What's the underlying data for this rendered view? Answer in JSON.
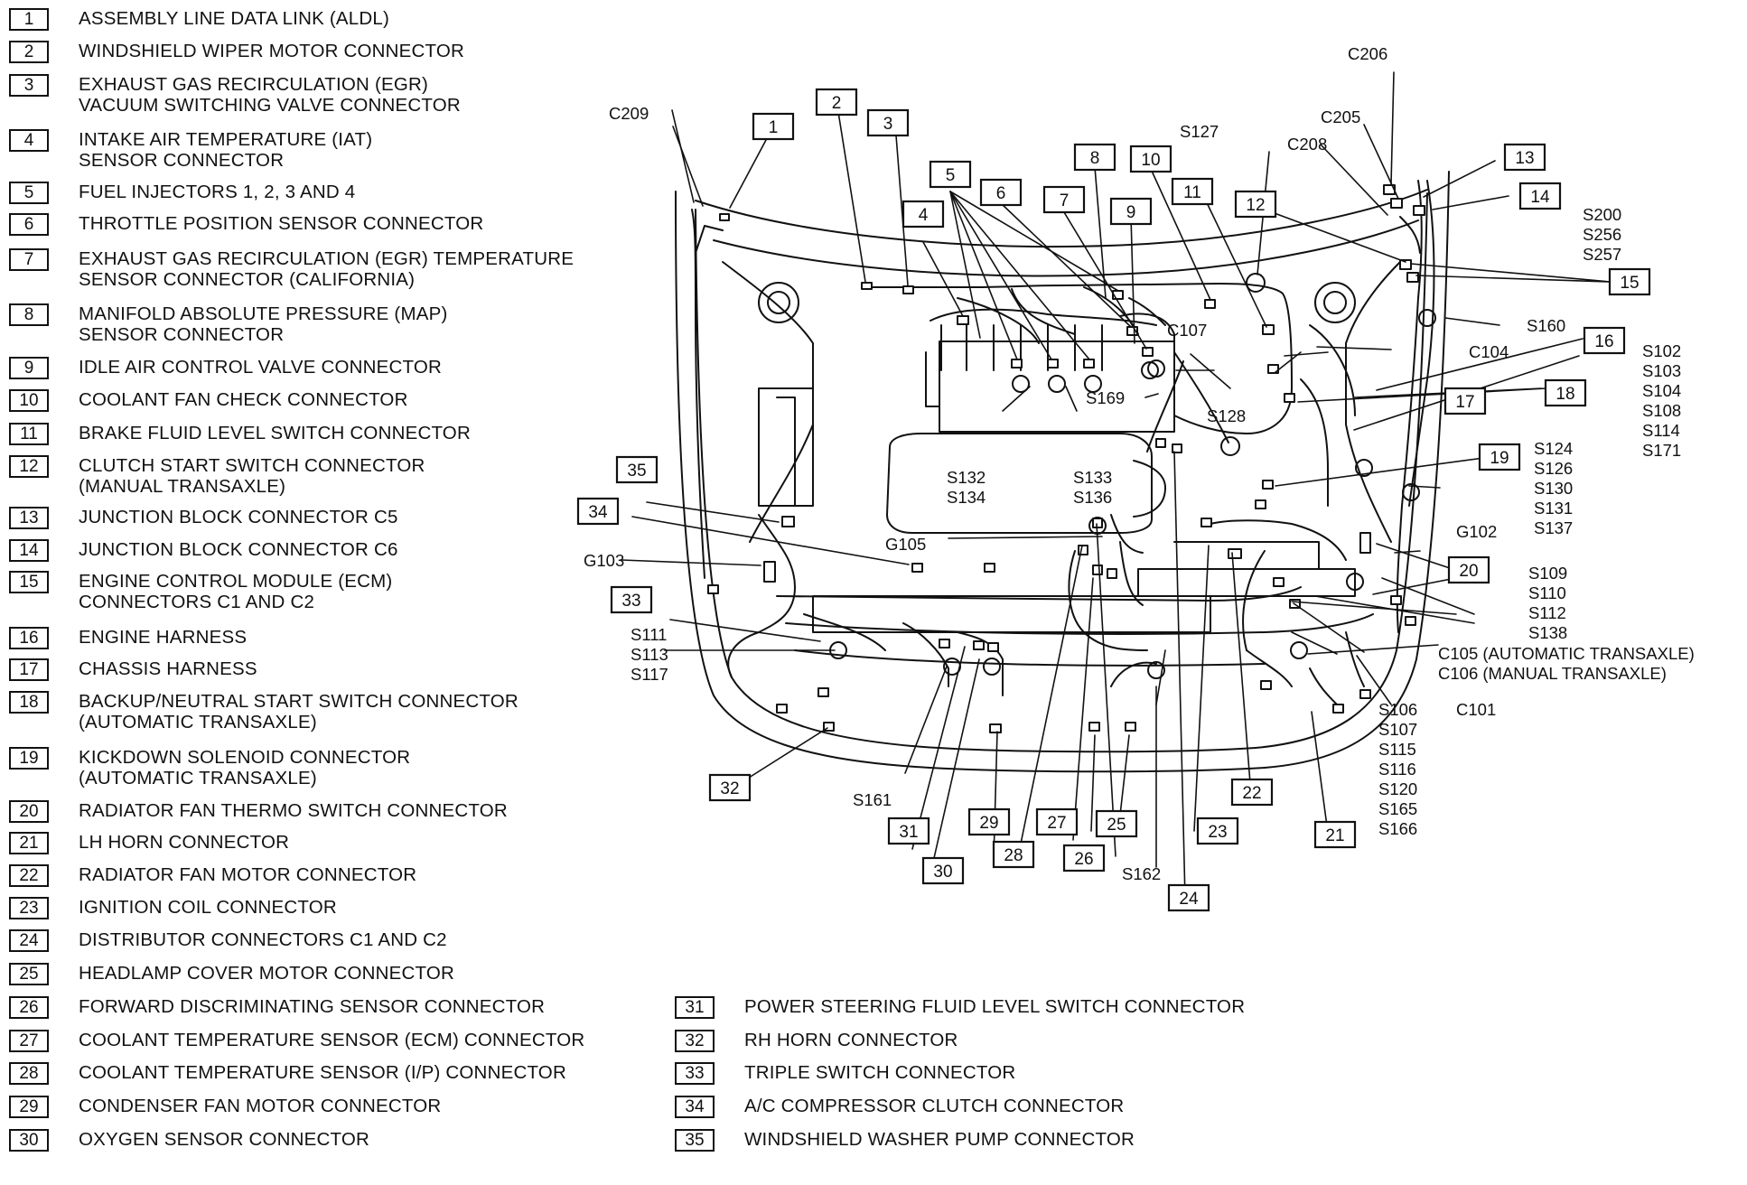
{
  "legend_left": [
    {
      "num": "1",
      "lines": [
        "ASSEMBLY LINE DATA LINK (ALDL)"
      ]
    },
    {
      "num": "2",
      "lines": [
        "WINDSHIELD WIPER MOTOR CONNECTOR"
      ]
    },
    {
      "num": "3",
      "lines": [
        "EXHAUST GAS RECIRCULATION (EGR)",
        "VACUUM SWITCHING VALVE CONNECTOR"
      ]
    },
    {
      "num": "4",
      "lines": [
        "INTAKE AIR TEMPERATURE (IAT)",
        "SENSOR CONNECTOR"
      ]
    },
    {
      "num": "5",
      "lines": [
        "FUEL INJECTORS 1, 2, 3 AND 4"
      ]
    },
    {
      "num": "6",
      "lines": [
        "THROTTLE POSITION SENSOR CONNECTOR"
      ]
    },
    {
      "num": "7",
      "lines": [
        "EXHAUST GAS RECIRCULATION (EGR) TEMPERATURE",
        "SENSOR CONNECTOR (CALIFORNIA)"
      ]
    },
    {
      "num": "8",
      "lines": [
        "MANIFOLD ABSOLUTE PRESSURE (MAP)",
        "SENSOR CONNECTOR"
      ]
    },
    {
      "num": "9",
      "lines": [
        "IDLE AIR CONTROL VALVE CONNECTOR"
      ]
    },
    {
      "num": "10",
      "lines": [
        "COOLANT FAN CHECK CONNECTOR"
      ]
    },
    {
      "num": "11",
      "lines": [
        "BRAKE FLUID LEVEL SWITCH CONNECTOR"
      ]
    },
    {
      "num": "12",
      "lines": [
        "CLUTCH START SWITCH CONNECTOR",
        "(MANUAL TRANSAXLE)"
      ]
    },
    {
      "num": "13",
      "lines": [
        "JUNCTION BLOCK CONNECTOR C5"
      ]
    },
    {
      "num": "14",
      "lines": [
        "JUNCTION BLOCK CONNECTOR C6"
      ]
    },
    {
      "num": "15",
      "lines": [
        "ENGINE CONTROL MODULE (ECM)",
        "CONNECTORS C1 AND C2"
      ]
    },
    {
      "num": "16",
      "lines": [
        "ENGINE HARNESS"
      ]
    },
    {
      "num": "17",
      "lines": [
        "CHASSIS HARNESS"
      ]
    },
    {
      "num": "18",
      "lines": [
        "BACKUP/NEUTRAL START SWITCH CONNECTOR",
        "(AUTOMATIC TRANSAXLE)"
      ]
    },
    {
      "num": "19",
      "lines": [
        "KICKDOWN SOLENOID CONNECTOR",
        "(AUTOMATIC TRANSAXLE)"
      ]
    },
    {
      "num": "20",
      "lines": [
        "RADIATOR FAN THERMO SWITCH CONNECTOR"
      ]
    },
    {
      "num": "21",
      "lines": [
        "LH HORN CONNECTOR"
      ]
    },
    {
      "num": "22",
      "lines": [
        "RADIATOR FAN MOTOR CONNECTOR"
      ]
    },
    {
      "num": "23",
      "lines": [
        "IGNITION COIL CONNECTOR"
      ]
    },
    {
      "num": "24",
      "lines": [
        "DISTRIBUTOR CONNECTORS C1 AND C2"
      ]
    },
    {
      "num": "25",
      "lines": [
        "HEADLAMP COVER MOTOR CONNECTOR"
      ]
    },
    {
      "num": "26",
      "lines": [
        "FORWARD DISCRIMINATING SENSOR CONNECTOR"
      ]
    },
    {
      "num": "27",
      "lines": [
        "COOLANT TEMPERATURE SENSOR (ECM) CONNECTOR"
      ]
    },
    {
      "num": "28",
      "lines": [
        "COOLANT TEMPERATURE SENSOR (I/P) CONNECTOR"
      ]
    },
    {
      "num": "29",
      "lines": [
        "CONDENSER FAN MOTOR CONNECTOR"
      ]
    },
    {
      "num": "30",
      "lines": [
        "OXYGEN SENSOR CONNECTOR"
      ]
    }
  ],
  "legend_bottom": [
    {
      "num": "31",
      "lines": [
        "POWER STEERING FLUID LEVEL SWITCH CONNECTOR"
      ]
    },
    {
      "num": "32",
      "lines": [
        "RH HORN CONNECTOR"
      ]
    },
    {
      "num": "33",
      "lines": [
        "TRIPLE SWITCH CONNECTOR"
      ]
    },
    {
      "num": "34",
      "lines": [
        "A/C COMPRESSOR CLUTCH CONNECTOR"
      ]
    },
    {
      "num": "35",
      "lines": [
        "WINDSHIELD WASHER PUMP CONNECTOR"
      ]
    }
  ],
  "callouts": [
    "1",
    "2",
    "3",
    "4",
    "5",
    "6",
    "7",
    "8",
    "9",
    "10",
    "11",
    "12",
    "13",
    "14",
    "15",
    "16",
    "17",
    "18",
    "19",
    "20",
    "21",
    "22",
    "23",
    "24",
    "25",
    "26",
    "27",
    "28",
    "29",
    "30",
    "31",
    "32",
    "33",
    "34",
    "35"
  ],
  "code_labels": {
    "c209": "C209",
    "c206": "C206",
    "c205": "C205",
    "c208": "C208",
    "s127": "S127",
    "s200_group": [
      "S200",
      "S256",
      "S257"
    ],
    "s160": "S160",
    "c107": "C107",
    "c104": "C104",
    "s169": "S169",
    "s128": "S128",
    "s132_group": [
      "S132",
      "S134"
    ],
    "s133_group": [
      "S133",
      "S136"
    ],
    "s102_group": [
      "S102",
      "S103",
      "S104",
      "S108",
      "S114",
      "S171"
    ],
    "s124_group": [
      "S124",
      "S126",
      "S130",
      "S131",
      "S137"
    ],
    "g102": "G102",
    "g105": "G105",
    "g103": "G103",
    "s109_group": [
      "S109",
      "S110",
      "S112",
      "S138"
    ],
    "c105": "C105 (AUTOMATIC TRANSAXLE)",
    "c106": "C106 (MANUAL TRANSAXLE)",
    "c101": "C101",
    "s111_group": [
      "S111",
      "S113",
      "S117"
    ],
    "s106_group": [
      "S106",
      "S107",
      "S115",
      "S116",
      "S120",
      "S165",
      "S166"
    ],
    "s161": "S161",
    "s162": "S162"
  }
}
